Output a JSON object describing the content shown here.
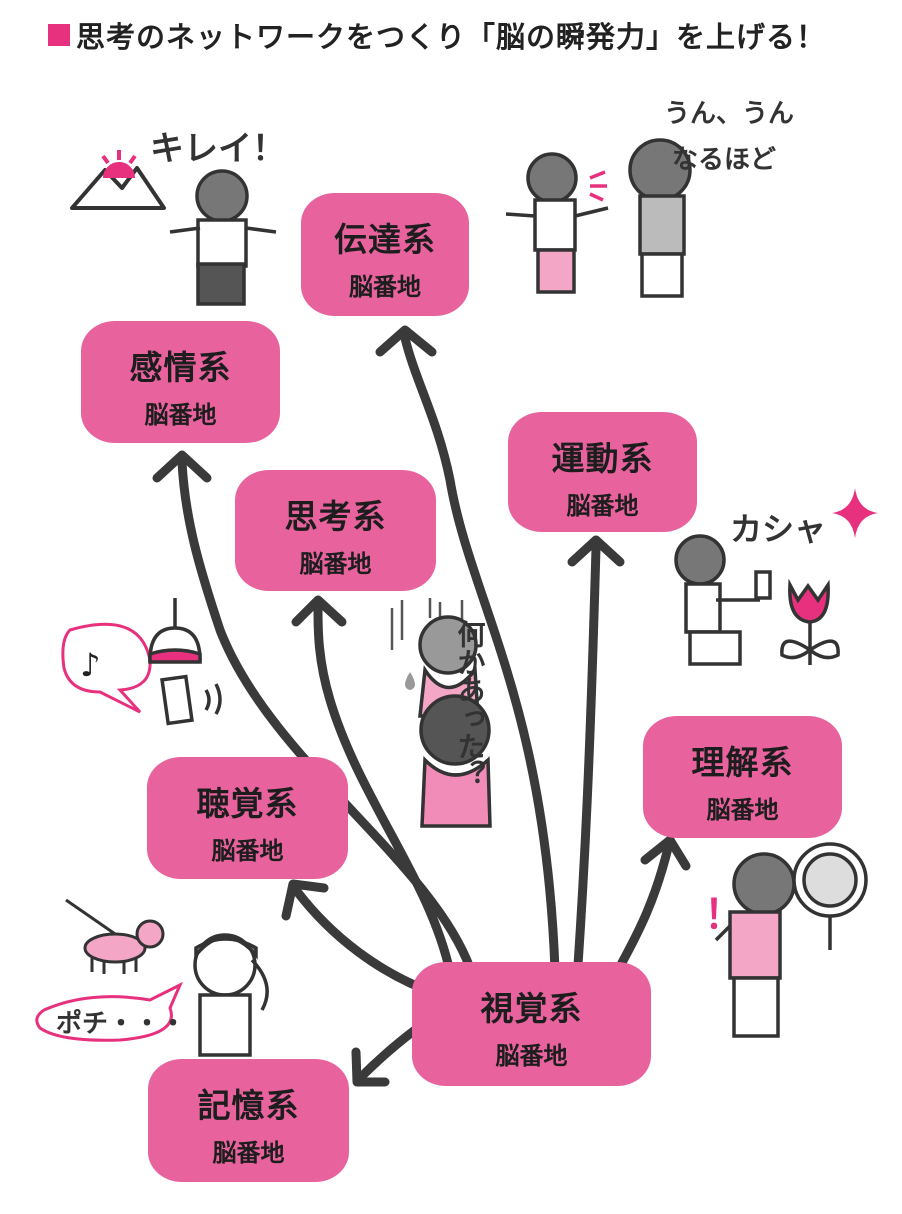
{
  "title": "思考のネットワークをつくり「脳の瞬発力」を上げる！",
  "nodes": {
    "dentatsu": {
      "name": "伝達系",
      "sub": "脳番地"
    },
    "kanjou": {
      "name": "感情系",
      "sub": "脳番地"
    },
    "undou": {
      "name": "運動系",
      "sub": "脳番地"
    },
    "shikou": {
      "name": "思考系",
      "sub": "脳番地"
    },
    "rikai": {
      "name": "理解系",
      "sub": "脳番地"
    },
    "choukaku": {
      "name": "聴覚系",
      "sub": "脳番地"
    },
    "shikaku": {
      "name": "視覚系",
      "sub": "脳番地"
    },
    "kioku": {
      "name": "記憶系",
      "sub": "脳番地"
    }
  },
  "speech": {
    "kirei": "キレイ！",
    "unun": "うん、うん",
    "naruhodo": "なるほど",
    "kasha": "カシャ",
    "nanika": "何かあった？",
    "pochi": "ポチ・・・",
    "exclaim": "！"
  },
  "colors": {
    "node": "#e8639d",
    "accent": "#e8317e",
    "arrow": "#3a3a3a"
  }
}
